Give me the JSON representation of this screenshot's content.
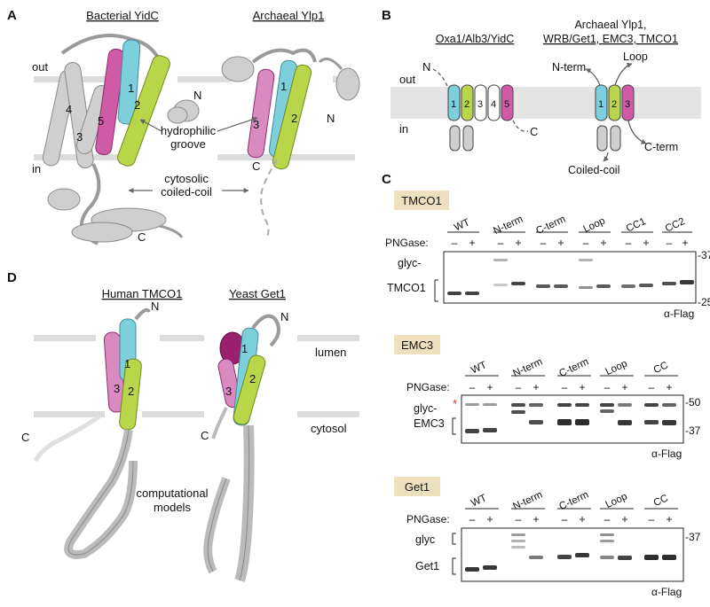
{
  "panel_letters": {
    "a": "A",
    "b": "B",
    "c": "C",
    "d": "D"
  },
  "panel_a": {
    "title_left": "Bacterial YidC",
    "title_right": "Archaeal Ylp1",
    "out": "out",
    "in": "in",
    "hydrophilic_groove": [
      "hydrophilic",
      "groove"
    ],
    "cytosolic_coiled_coil": [
      "cytosolic",
      "coiled-coil"
    ],
    "n_label": "N",
    "c_label": "C",
    "yidc_helix_numbers": [
      "1",
      "2",
      "3",
      "4",
      "5"
    ],
    "ylp1_helix_numbers": [
      "1",
      "2",
      "3"
    ]
  },
  "panel_b": {
    "title_left": "Oxa1/Alb3/YidC",
    "title_right_line1": "Archaeal Ylp1,",
    "title_right_line2": "WRB/Get1, EMC3, TMCO1",
    "out": "out",
    "in": "in",
    "left_helices": [
      "1",
      "2",
      "3",
      "4",
      "5"
    ],
    "right_helices": [
      "1",
      "2",
      "3"
    ],
    "n_label": "N",
    "c_label": "C",
    "n_term": "N-term",
    "c_term": "C-term",
    "loop": "Loop",
    "coiled_coil": "Coiled-coil"
  },
  "panel_c": {
    "blots": [
      {
        "protein": "TMCO1",
        "lanes": [
          "WT",
          "N-term",
          "C-term",
          "Loop",
          "CC1",
          "CC2"
        ],
        "pngase_label": "PNGase:",
        "minus": "–",
        "plus": "+",
        "band_labels": [
          "glyc-",
          "TMCO1"
        ],
        "markers": [
          "-37",
          "-25"
        ],
        "antibody": "α-Flag"
      },
      {
        "protein": "EMC3",
        "lanes": [
          "WT",
          "N-term",
          "C-term",
          "Loop",
          "CC"
        ],
        "pngase_label": "PNGase:",
        "minus": "–",
        "plus": "+",
        "band_labels": [
          "glyc-",
          "EMC3"
        ],
        "markers": [
          "-50",
          "-37"
        ],
        "antibody": "α-Flag",
        "asterisk": "*"
      },
      {
        "protein": "Get1",
        "lanes": [
          "WT",
          "N-term",
          "C-term",
          "Loop",
          "CC"
        ],
        "pngase_label": "PNGase:",
        "minus": "–",
        "plus": "+",
        "band_labels": [
          "glyc",
          "Get1"
        ],
        "markers": [
          "-37"
        ],
        "antibody": "α-Flag"
      }
    ]
  },
  "panel_d": {
    "title_left": "Human TMCO1",
    "title_right": "Yeast Get1",
    "lumen": "lumen",
    "cytosol": "cytosol",
    "computational_models": [
      "computational",
      "models"
    ],
    "n_label": "N",
    "c_label": "C",
    "helix_numbers": [
      "1",
      "2",
      "3"
    ]
  },
  "colors": {
    "tm1": "#7ecfdc",
    "tm2": "#b9d64a",
    "tm3": "#cf5aa6",
    "tm3_dark": "#9a1f6d",
    "membrane": "#dcdcdc",
    "chain": "#c8c8c8",
    "chain_edge": "#8a8a8a",
    "label_box": "#ece0bf"
  }
}
